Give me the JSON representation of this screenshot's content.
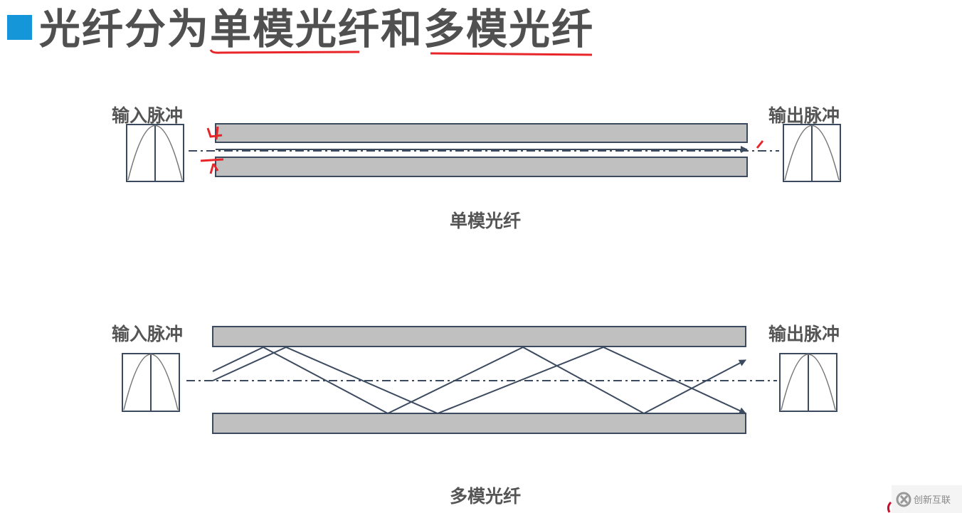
{
  "title": "光纤分为单模光纤和多模光纤",
  "colors": {
    "bullet": "#1496d8",
    "text": "#555555",
    "cladding": "#c0c0c0",
    "line": "#3c4a60",
    "annotation": "#e8262a"
  },
  "single_mode": {
    "input_label": "输入脉冲",
    "output_label": "输出脉冲",
    "caption": "单模光纤"
  },
  "multi_mode": {
    "input_label": "输入脉冲",
    "output_label": "输出脉冲",
    "caption": "多模光纤"
  },
  "watermark": {
    "text": "创新互联",
    "icon": "logo-x-icon"
  }
}
